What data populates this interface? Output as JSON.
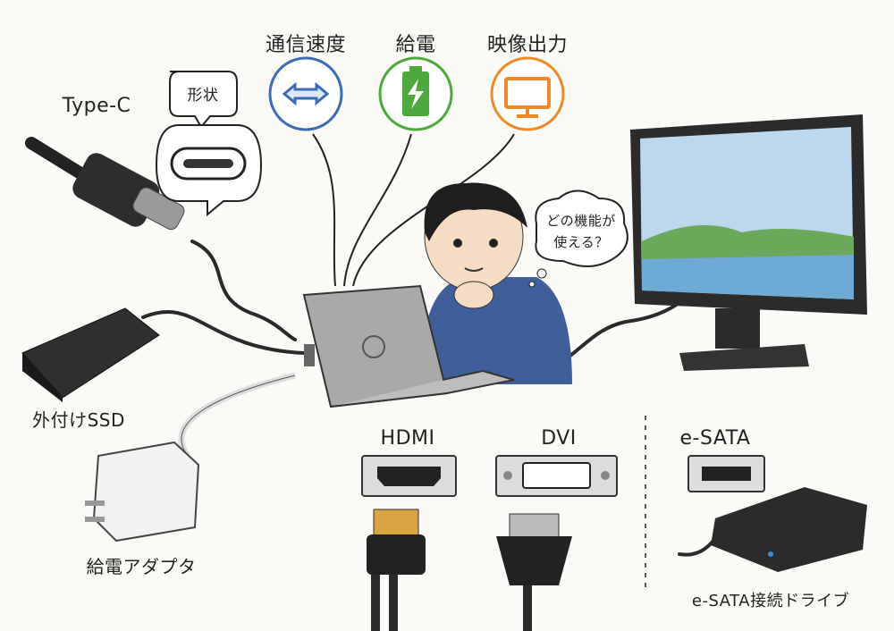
{
  "labels": {
    "type_c": "Type-C",
    "shape_bubble": "形状",
    "speed": "通信速度",
    "power": "給電",
    "video": "映像出力",
    "thought_line1": "どの機能が",
    "thought_line2": "使える？",
    "external_ssd": "外付けSSD",
    "power_adapter": "給電アダプタ",
    "hdmi": "HDMI",
    "dvi": "DVI",
    "esata": "e-SATA",
    "esata_drive": "e-SATA接続ドライブ"
  },
  "colors": {
    "speed": "#3b6cb7",
    "power": "#4caa3a",
    "video": "#f08a24",
    "hoodie": "#3f5f9a",
    "device": "#2b2b2b"
  },
  "icons": {
    "speed": "double-arrow-icon",
    "power": "battery-bolt-icon",
    "video": "monitor-icon"
  }
}
